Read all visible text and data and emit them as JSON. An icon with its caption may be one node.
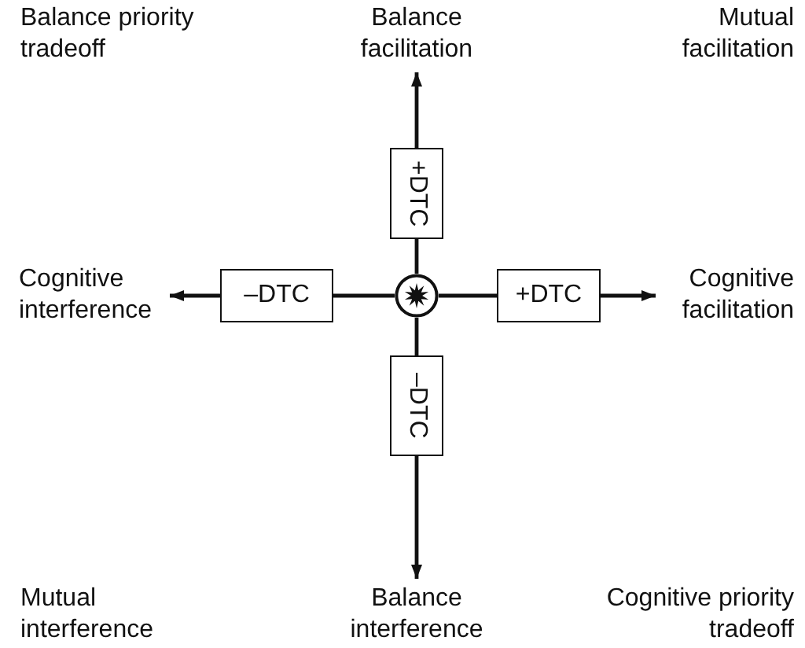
{
  "diagram": {
    "nodes": [
      {
        "text": [
          "Balance facilitation"
        ]
      },
      {
        "text": [
          "+DTC"
        ]
      },
      {
        "text": [
          "Cognitive interference"
        ]
      },
      {
        "text": [
          "–DTC"
        ]
      },
      {
        "text": [],
        "shape": "circle"
      },
      {
        "text": [
          "+DTC"
        ]
      },
      {
        "text": [
          "Cognitive facilitation"
        ]
      },
      {
        "text": [
          "–DTC"
        ]
      },
      {
        "text": [
          "Balance interference"
        ]
      }
    ],
    "edges": [
      {
        "from": 4,
        "to": 1,
        "arrow": "none"
      },
      {
        "from": 1,
        "to": 0,
        "arrow": "to"
      },
      {
        "from": 4,
        "to": 3,
        "arrow": "none"
      },
      {
        "from": 3,
        "to": 2,
        "arrow": "to"
      },
      {
        "from": 4,
        "to": 5,
        "arrow": "none"
      },
      {
        "from": 5,
        "to": 6,
        "arrow": "to"
      },
      {
        "from": 4,
        "to": 7,
        "arrow": "none"
      },
      {
        "from": 7,
        "to": 8,
        "arrow": "to"
      }
    ],
    "labels": [
      "Balance priority tradeoff",
      "Mutual facilitation",
      "Mutual interference",
      "Cognitive priority tradeoff"
    ]
  }
}
